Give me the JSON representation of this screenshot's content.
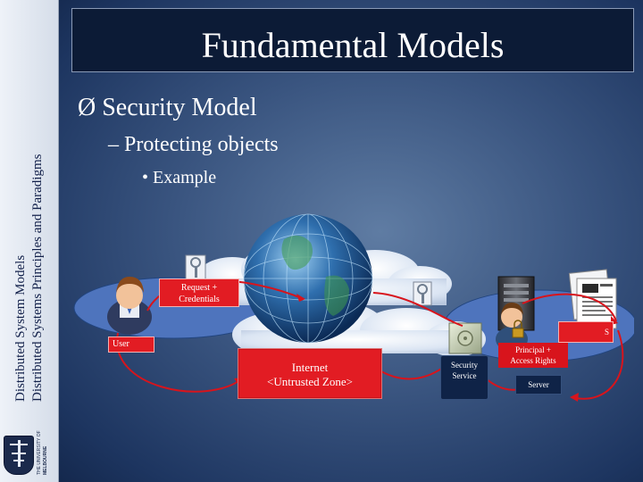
{
  "sidebar": {
    "line1": "Distributed System Models",
    "line2": "Distributed Systems Principles and Paradigms",
    "logo_text": [
      "THE UNIVERSITY OF",
      "MELBOURNE"
    ]
  },
  "slide": {
    "title": "Fundamental Models",
    "bullet1": "Ø Security Model",
    "bullet2": "– Protecting objects",
    "bullet3": "• Example"
  },
  "diagram": {
    "request_label": [
      "Request +",
      "Credentials"
    ],
    "user_label": "User",
    "internet_label": [
      "Internet",
      "<Untrusted Zone>"
    ],
    "security_service_label": [
      "Security",
      "Service"
    ],
    "principal_label": [
      "Principal +",
      "Access Rights"
    ],
    "server_label": "Server",
    "resource_label": "S"
  },
  "colors": {
    "accent_red": "#e21c23",
    "title_bar": "#0c1b36",
    "arrow_red": "#d8141c"
  }
}
